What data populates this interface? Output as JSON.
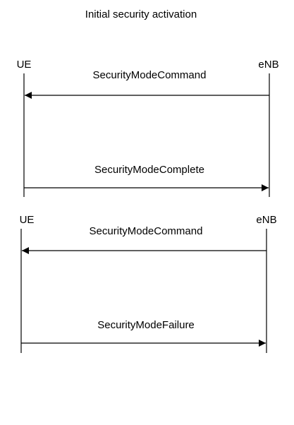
{
  "title": "Initial security activation",
  "diagrams": [
    {
      "left_entity": "UE",
      "right_entity": "eNB",
      "messages": [
        {
          "label": "SecurityModeCommand",
          "direction": "right-to-left"
        },
        {
          "label": "SecurityModeComplete",
          "direction": "left-to-right"
        }
      ]
    },
    {
      "left_entity": "UE",
      "right_entity": "eNB",
      "messages": [
        {
          "label": "SecurityModeCommand",
          "direction": "right-to-left"
        },
        {
          "label": "SecurityModeFailure",
          "direction": "left-to-right"
        }
      ]
    }
  ],
  "colors": {
    "line": "#000000",
    "text": "#000000",
    "background": "#ffffff"
  }
}
